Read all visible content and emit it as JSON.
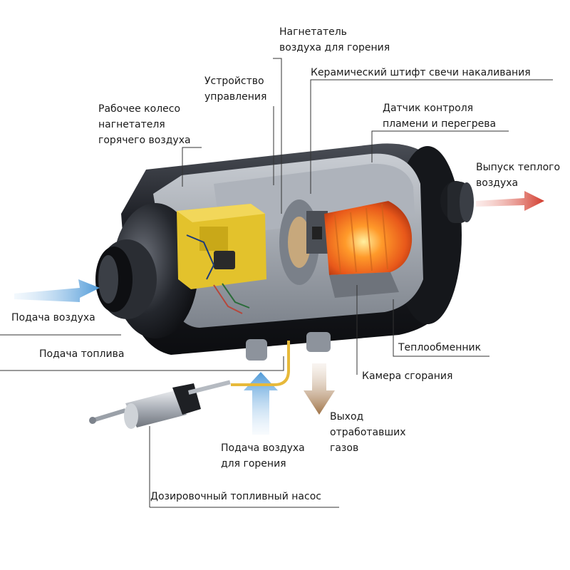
{
  "labels": {
    "combustion_air_blower": [
      "Нагнетатель",
      "воздуха для горения"
    ],
    "control_unit": [
      "Устройство",
      "управления"
    ],
    "ceramic_glow_pin": "Керамический штифт свечи накаливания",
    "hot_air_impeller": [
      "Рабочее колесо",
      "нагнетателя",
      "горячего воздуха"
    ],
    "flame_sensor": [
      "Датчик контроля",
      "пламени и перегрева"
    ],
    "warm_air_outlet": [
      "Выпуск теплого",
      "воздуха"
    ],
    "air_intake": "Подача воздуха",
    "fuel_supply": "Подача топлива",
    "heat_exchanger": "Теплообменник",
    "combustion_chamber": "Камера сгорания",
    "exhaust": [
      "Выход",
      "отработавших",
      "газов"
    ],
    "combustion_air_supply": [
      "Подача воздуха",
      "для горения"
    ],
    "dosing_pump": "Дозировочный топливный насос"
  },
  "colors": {
    "intake_arrow": "#4f9ad8",
    "outlet_arrow": "#d23a2c",
    "exhaust_arrow": "#a07448",
    "fuel_line": "#e7b93a",
    "housing": "#1b1d21",
    "control_unit": "#e3c22c",
    "flame": "#ff7a1e",
    "leader_line": "#333333"
  }
}
